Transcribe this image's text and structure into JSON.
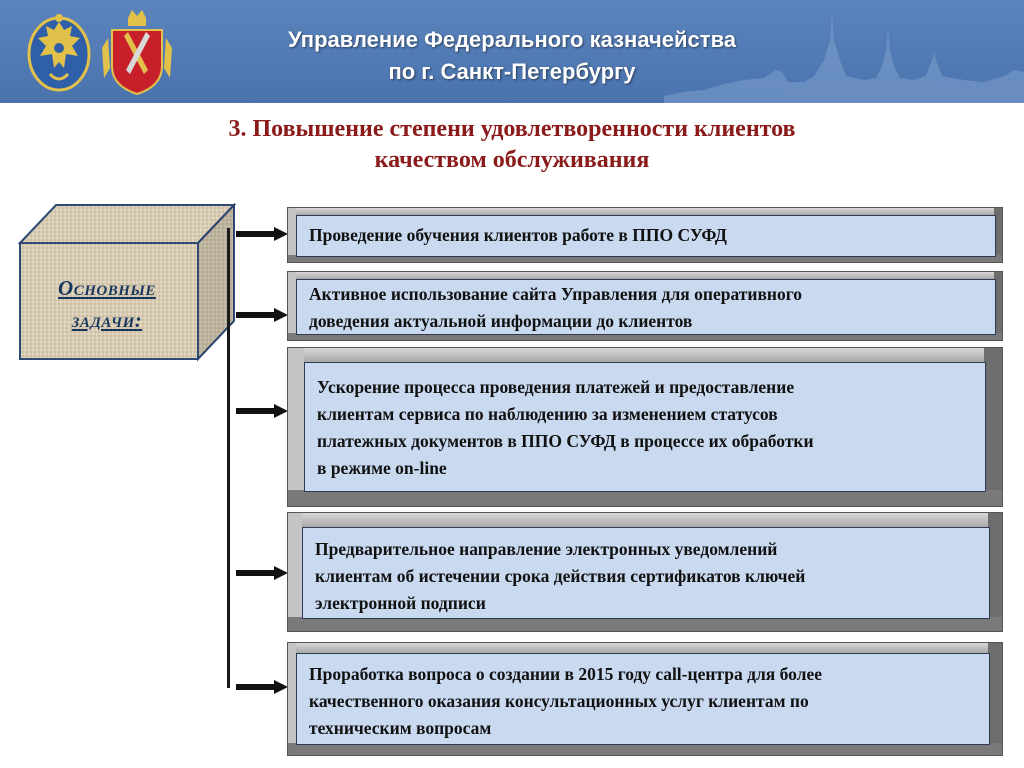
{
  "header": {
    "title_line1": "Управление Федерального казначейства",
    "title_line2": "по г. Санкт-Петербургу",
    "emblems": [
      "treasury-emblem-icon",
      "spb-coat-of-arms-icon"
    ],
    "background_color": "#4f78b2"
  },
  "main": {
    "title_line1": "3.  Повышение степени удовлетворенности клиентов",
    "title_line2": "качеством обслуживания",
    "title_color": "#8b1a1a",
    "cube_label_line1": "Основные",
    "cube_label_line2": "задачи:",
    "tasks": [
      {
        "lines": [
          "Проведение обучения клиентов работе в ППО СУФД"
        ]
      },
      {
        "lines": [
          "Активное использование сайта Управления для оперативного",
          "доведения актуальной информации до клиентов"
        ]
      },
      {
        "lines": [
          "Ускорение процесса проведения платежей и предоставление",
          "клиентам сервиса по наблюдению за изменением статусов",
          "платежных документов в ППО СУФД в процессе их обработки",
          "в режиме on-line"
        ]
      },
      {
        "lines": [
          "Предварительное направление электронных уведомлений",
          "клиентам об истечении срока действия сертификатов ключей",
          "электронной подписи"
        ]
      },
      {
        "lines": [
          "Проработка вопроса о создании  в 2015 году call-центра для более",
          "качественного оказания консультационных услуг клиентам по",
          "техническим вопросам"
        ]
      }
    ],
    "task_face_color": "#c9d9ef",
    "arrow_color": "#111111"
  }
}
